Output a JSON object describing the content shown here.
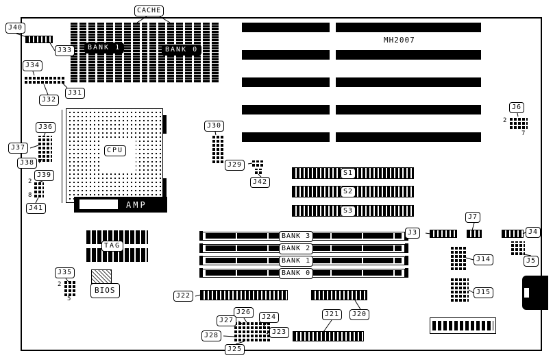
{
  "diagram": {
    "model": "MH2007",
    "components": {
      "cache": "CACHE",
      "cpu": "CPU",
      "amp": "AMP",
      "tag": "TAG",
      "bios": "BIOS"
    },
    "memory": {
      "cache_banks": {
        "bank1": "BANK 1",
        "bank0": "BANK 0"
      },
      "simm_banks": {
        "bank3": "BANK 3",
        "bank2": "BANK 2",
        "bank1": "BANK 1",
        "bank0": "BANK 0"
      }
    },
    "switch_blocks": {
      "s1": "S1",
      "s2": "S2",
      "s3": "S3"
    },
    "jumpers": {
      "j3": "J3",
      "j4": "J4",
      "j5": "J5",
      "j6": "J6",
      "j7": "J7",
      "j14": "J14",
      "j15": "J15",
      "j20": "J20",
      "j21": "J21",
      "j22": "J22",
      "j23": "J23",
      "j24": "J24",
      "j25": "J25",
      "j26": "J26",
      "j27": "J27",
      "j28": "J28",
      "j29": "J29",
      "j30": "J30",
      "j31": "J31",
      "j32": "J32",
      "j33": "J33",
      "j34": "J34",
      "j35": "J35",
      "j36": "J36",
      "j37": "J37",
      "j38": "J38",
      "j39": "J39",
      "j40": "J40",
      "j41": "J41",
      "j42": "J42"
    },
    "pin_numbers": {
      "j6_first": "2",
      "j6_last": "7",
      "j35_first": "2",
      "j35_last": "5",
      "j39_first": "2",
      "j39_last": "8"
    }
  }
}
